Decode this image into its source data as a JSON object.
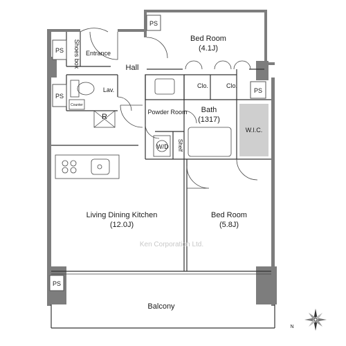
{
  "floorplan": {
    "rooms": {
      "bedroom_top": {
        "name": "Bed Room",
        "size": "(4.1J)"
      },
      "entrance": {
        "name": "Entrance"
      },
      "hall": {
        "name": "Hall"
      },
      "shoes_box": {
        "name": "Shoes box"
      },
      "lav": {
        "name": "Lav."
      },
      "counter": {
        "name": "Counter"
      },
      "refrigerator": {
        "name": "R"
      },
      "powder_room": {
        "name": "Powder Room"
      },
      "washer": {
        "name": "W/D"
      },
      "shelf": {
        "name": "Shelf"
      },
      "bath": {
        "name": "Bath",
        "size": "(1317)"
      },
      "wic": {
        "name": "W.I.C."
      },
      "closet_1": {
        "name": "Clo."
      },
      "closet_2": {
        "name": "Clo."
      },
      "ldk": {
        "name": "Living Dining Kitchen",
        "size": "(12.0J)"
      },
      "bedroom_bottom": {
        "name": "Bed Room",
        "size": "(5.8J)"
      },
      "balcony": {
        "name": "Balcony"
      }
    },
    "pipe_spaces": [
      "PS",
      "PS",
      "PS",
      "PS",
      "PS"
    ],
    "watermark": "Ken Corporation Ltd.",
    "compass": {
      "north_label": "N"
    }
  }
}
